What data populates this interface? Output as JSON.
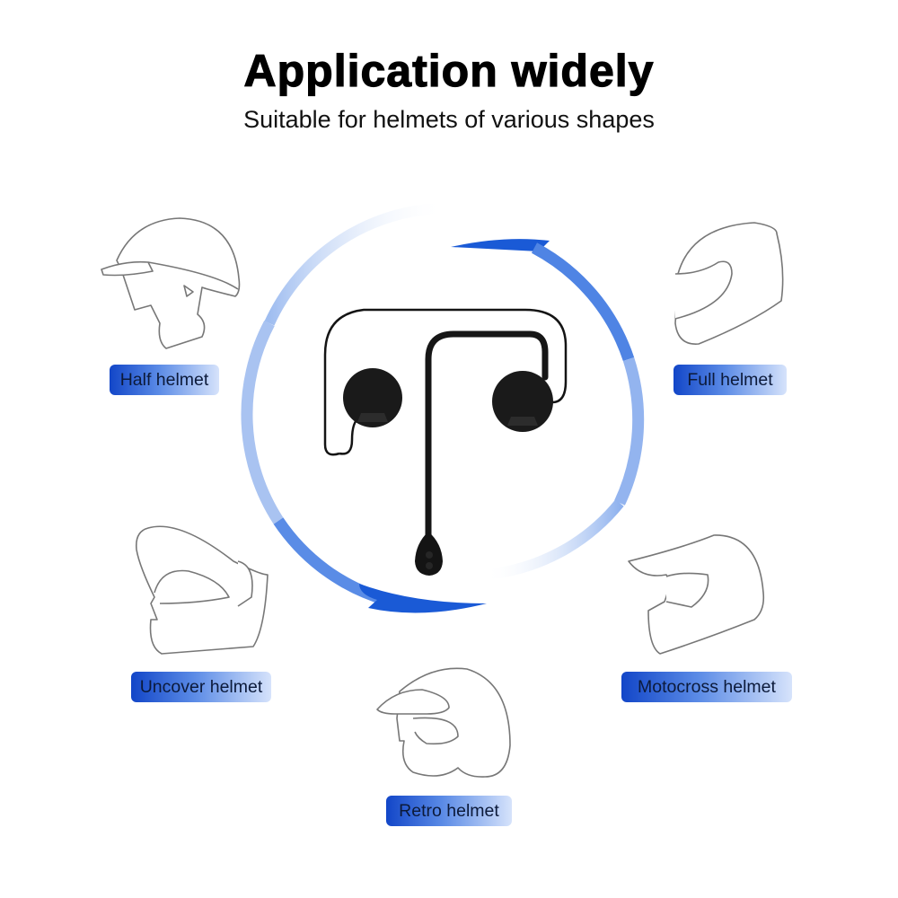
{
  "header": {
    "title": "Application widely",
    "subtitle": "Suitable for helmets of various shapes"
  },
  "helmets": [
    {
      "id": "half",
      "label": "Half helmet",
      "position": "top-left"
    },
    {
      "id": "full",
      "label": "Full helmet",
      "position": "top-right"
    },
    {
      "id": "uncover",
      "label": "Uncover helmet",
      "position": "middle-left"
    },
    {
      "id": "motocross",
      "label": "Motocross helmet",
      "position": "middle-right"
    },
    {
      "id": "retro",
      "label": "Retro helmet",
      "position": "bottom-center"
    }
  ],
  "product": {
    "name": "helmet-headset",
    "parts": [
      "left-speaker",
      "right-speaker",
      "boom-microphone",
      "control-unit",
      "cable"
    ]
  },
  "colors": {
    "label_dark": "#1246c8",
    "label_light": "#d6e3fb",
    "arrow_blue": "#1a5ad6",
    "arc_light": "#9fbdf0",
    "outline": "#7a7a7a",
    "product": "#141414"
  }
}
